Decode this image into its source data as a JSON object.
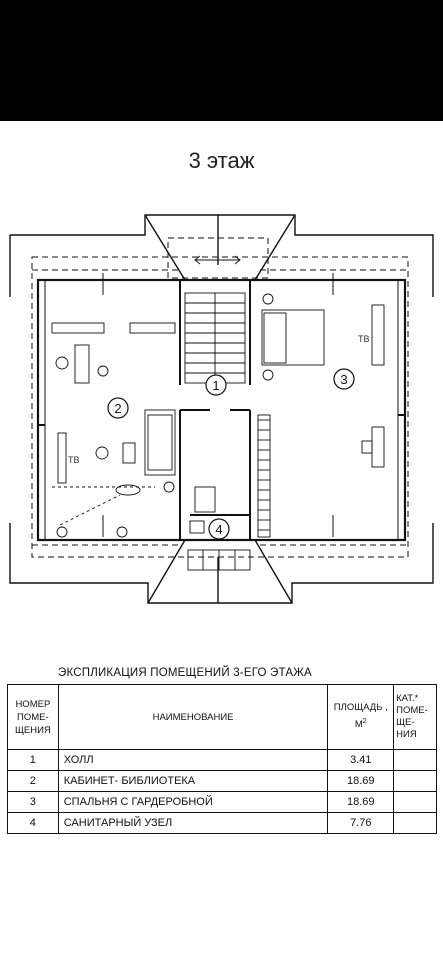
{
  "floor_title": "3 этаж",
  "plan": {
    "room_markers": [
      "1",
      "2",
      "3",
      "4"
    ],
    "tv_labels": [
      "ТВ",
      "ТВ"
    ]
  },
  "explication": {
    "title": "ЭКСПЛИКАЦИЯ  ПОМЕЩЕНИЙ  3-ЕГО  ЭТАЖА",
    "headers": {
      "number_lines": [
        "НОМЕР",
        "ПОМЕ-",
        "ЩЕНИЯ"
      ],
      "name": "НАИМЕНОВАНИЕ",
      "area_line1": "ПЛОЩАДЬ ,",
      "area_unit": "М",
      "area_unit_sup": "2",
      "category_lines": [
        "КАТ.*",
        "ПОМЕ-",
        "ЩЕ-",
        "НИЯ"
      ]
    },
    "rows": [
      {
        "number": "1",
        "name": "ХОЛЛ",
        "area": "3.41",
        "category": ""
      },
      {
        "number": "2",
        "name": "КАБИНЕТ- БИБЛИОТЕКА",
        "area": "18.69",
        "category": ""
      },
      {
        "number": "3",
        "name": "СПАЛЬНЯ  С  ГАРДЕРОБНОЙ",
        "area": "18.69",
        "category": ""
      },
      {
        "number": "4",
        "name": "САНИТАРНЫЙ  УЗЕЛ",
        "area": "7.76",
        "category": ""
      }
    ]
  }
}
